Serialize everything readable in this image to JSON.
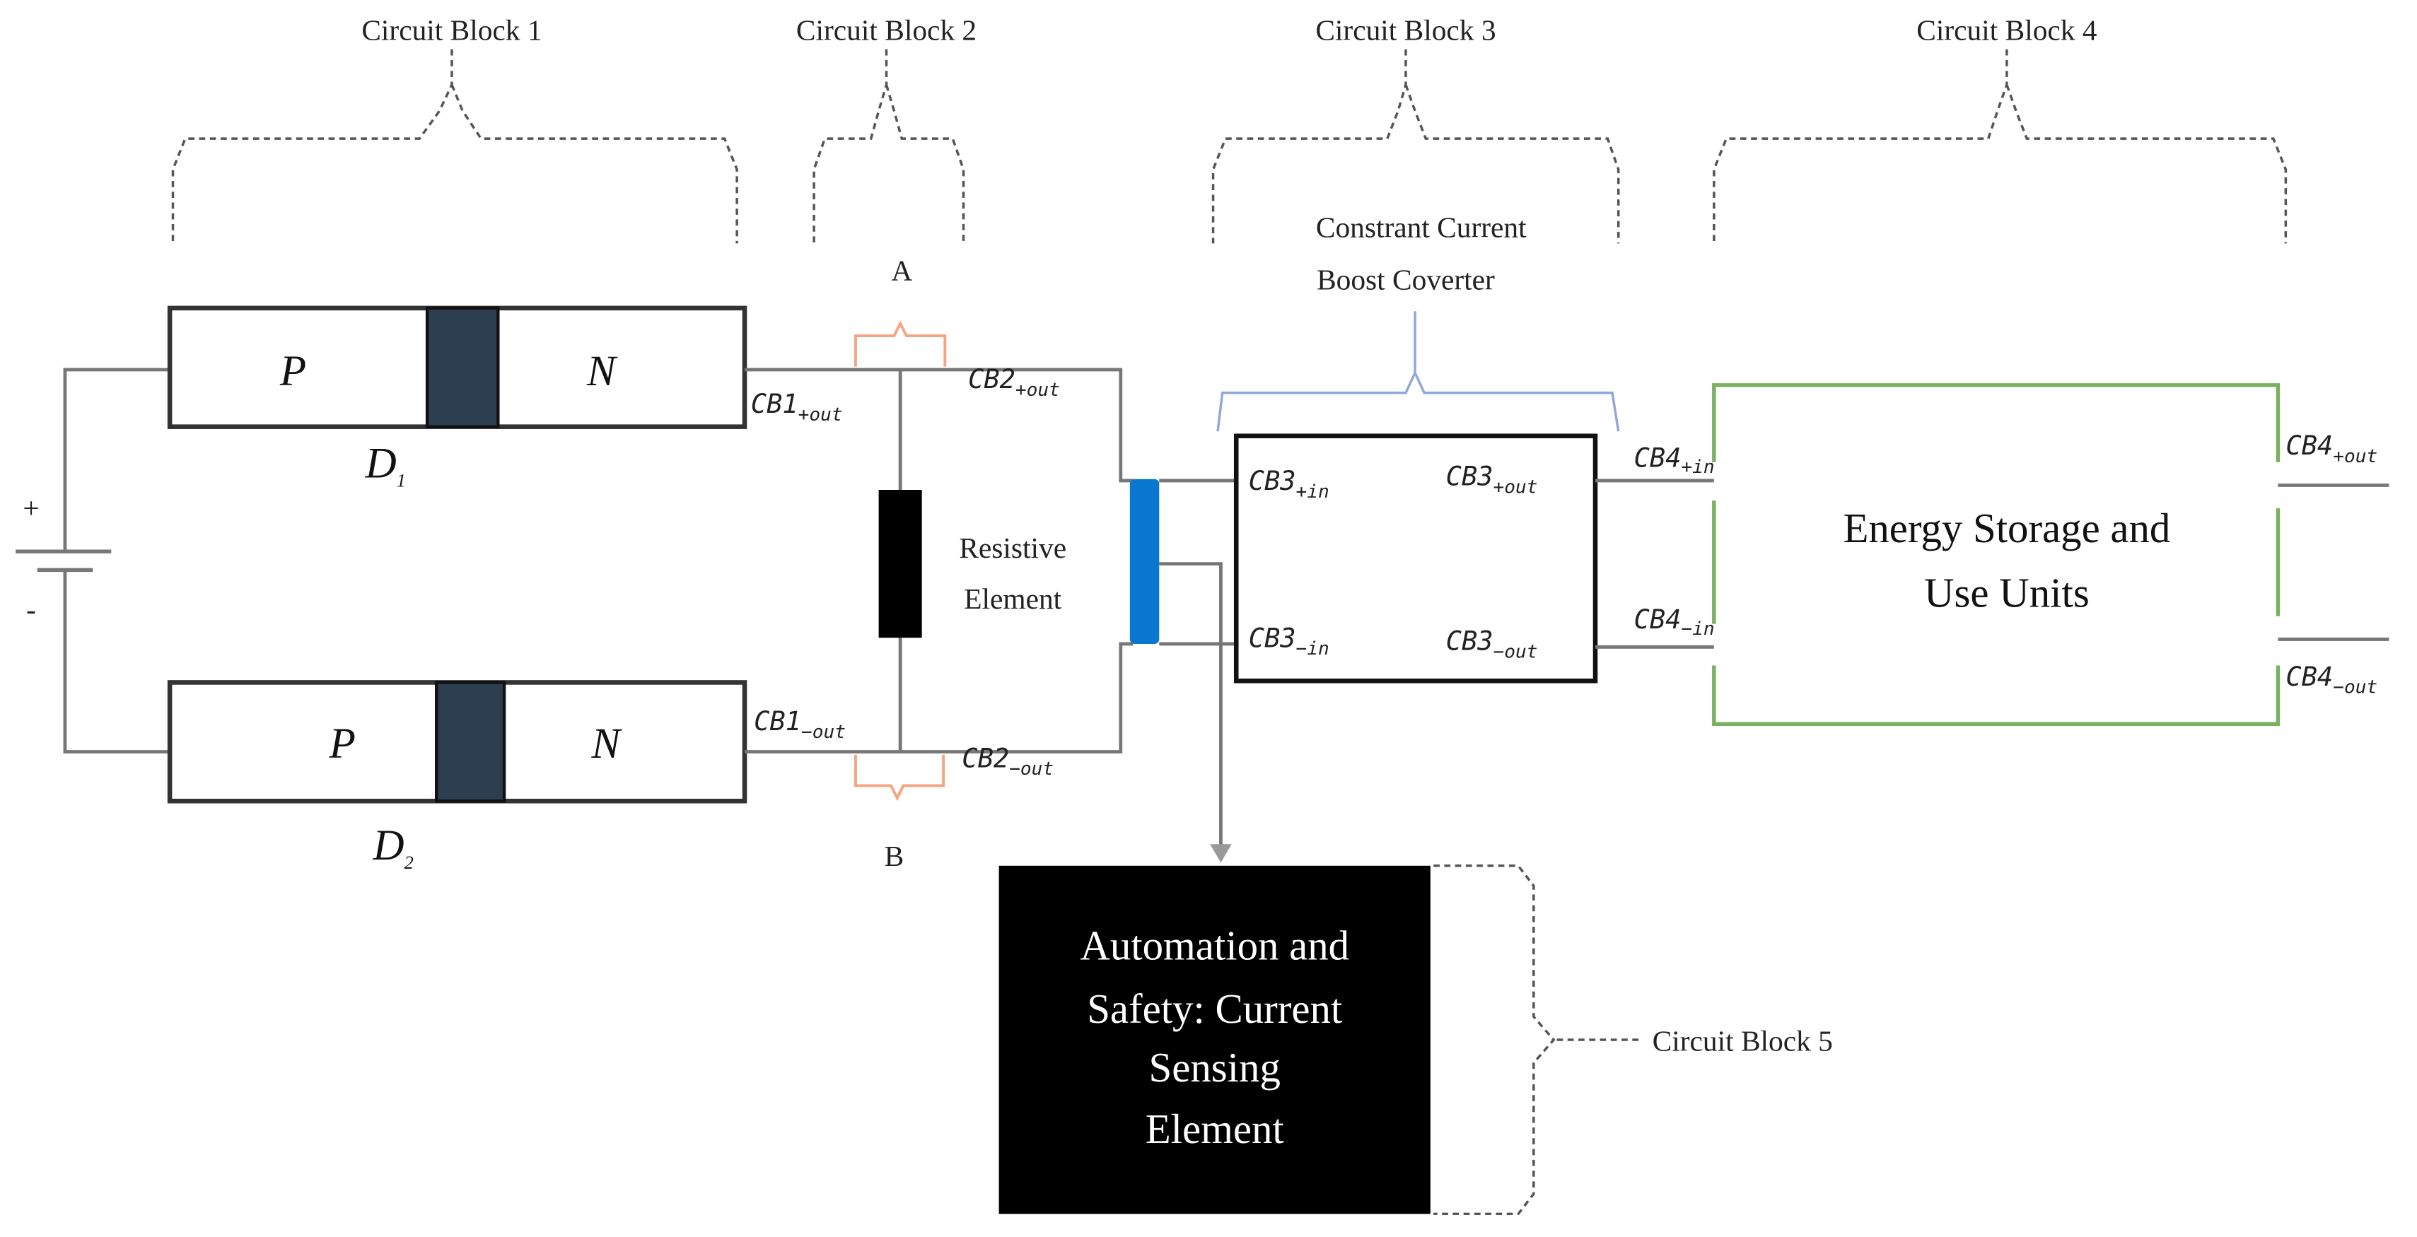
{
  "blocks": {
    "cb1": "Circuit Block 1",
    "cb2": "Circuit Block 2",
    "cb3": "Circuit Block 3",
    "cb4": "Circuit Block 4",
    "cb5": "Circuit Block 5"
  },
  "diodes": {
    "d1": {
      "p": "P",
      "n": "N",
      "name": "D",
      "sub": "1"
    },
    "d2": {
      "p": "P",
      "n": "N",
      "name": "D",
      "sub": "2"
    }
  },
  "battery": {
    "plus": "+",
    "minus": "-"
  },
  "nodes": {
    "a": "A",
    "b": "B"
  },
  "resistor": {
    "line1": "Resistive",
    "line2": "Element"
  },
  "converter": {
    "line1": "Constrant Current",
    "line2": "Boost Coverter"
  },
  "pins": {
    "cb1_pos": {
      "main": "CB1",
      "sub": "+out"
    },
    "cb1_neg": {
      "main": "CB1",
      "sub": "−out"
    },
    "cb2_pos": {
      "main": "CB2",
      "sub": "+out"
    },
    "cb2_neg": {
      "main": "CB2",
      "sub": "−out"
    },
    "cb3_pos_in": {
      "main": "CB3",
      "sub": "+in"
    },
    "cb3_pos_out": {
      "main": "CB3",
      "sub": "+out"
    },
    "cb3_neg_in": {
      "main": "CB3",
      "sub": "−in"
    },
    "cb3_neg_out": {
      "main": "CB3",
      "sub": "−out"
    },
    "cb4_pos_in": {
      "main": "CB4",
      "sub": "+in"
    },
    "cb4_neg_in": {
      "main": "CB4",
      "sub": "−in"
    },
    "cb4_pos_out": {
      "main": "CB4",
      "sub": "+out"
    },
    "cb4_neg_out": {
      "main": "CB4",
      "sub": "−out"
    }
  },
  "storage": {
    "line1": "Energy Storage and",
    "line2": "Use Units"
  },
  "sensing": {
    "line1": "Automation and",
    "line2": "Safety: Current",
    "line3": "Sensing",
    "line4": "Element"
  },
  "colors": {
    "node_brace": "#f4a582",
    "sensor_bar": "#0a78d0",
    "converter_brace": "#8fa8d8",
    "storage_border": "#7ab060",
    "junction": "#2d3e50"
  }
}
